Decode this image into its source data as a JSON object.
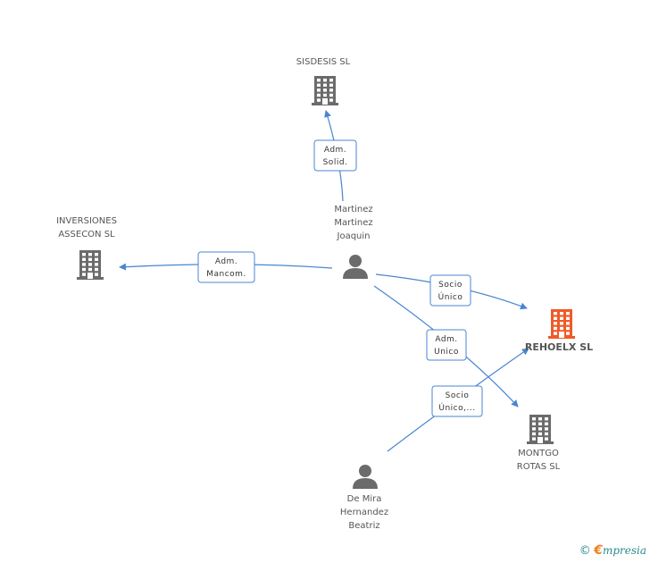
{
  "colors": {
    "edge": "#4a86d0",
    "company": "#6b6b6b",
    "highlight": "#f05a28",
    "person": "#6b6b6b"
  },
  "nodes": [
    {
      "id": "sisdesis",
      "type": "company",
      "label": [
        "SISDESIS SL"
      ],
      "icon": "building-icon"
    },
    {
      "id": "inversiones",
      "type": "company",
      "label": [
        "INVERSIONES",
        "ASSECON SL"
      ],
      "icon": "building-icon"
    },
    {
      "id": "martinez",
      "type": "person",
      "label": [
        "Martinez",
        "Martinez",
        "Joaquin"
      ],
      "icon": "person-icon"
    },
    {
      "id": "rehoelx",
      "type": "company",
      "highlight": true,
      "label": [
        "REHOELX SL"
      ],
      "icon": "building-icon"
    },
    {
      "id": "montgo",
      "type": "company",
      "label": [
        "MONTGO",
        "ROTAS SL"
      ],
      "icon": "building-icon"
    },
    {
      "id": "demira",
      "type": "person",
      "label": [
        "De Mira",
        "Hernandez",
        "Beatriz"
      ],
      "icon": "person-icon"
    }
  ],
  "edges": [
    {
      "from": "martinez",
      "to": "sisdesis",
      "label": [
        "Adm.",
        "Solid."
      ]
    },
    {
      "from": "martinez",
      "to": "inversiones",
      "label": [
        "Adm.",
        "Mancom."
      ]
    },
    {
      "from": "martinez",
      "to": "rehoelx",
      "label": [
        "Socio",
        "Único"
      ]
    },
    {
      "from": "martinez",
      "to": "montgo",
      "label": [
        "Adm.",
        "Unico"
      ]
    },
    {
      "from": "demira",
      "to": "rehoelx",
      "label": [
        "Socio",
        "Único,..."
      ]
    }
  ],
  "footer": {
    "copyright": "©",
    "brand_e": "€",
    "brand_rest": "mpresia"
  }
}
